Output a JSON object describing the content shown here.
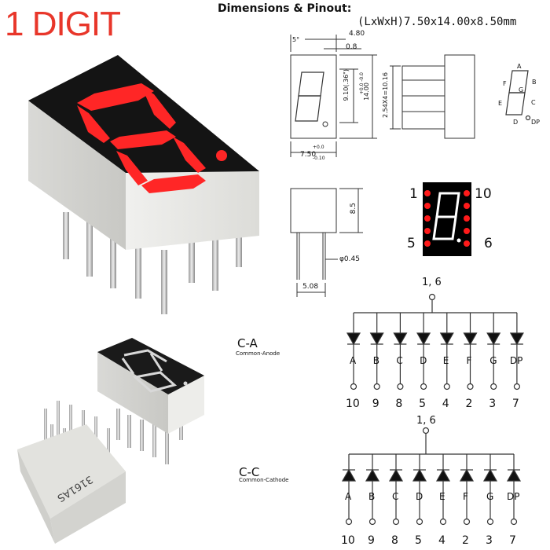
{
  "title": "1 DIGIT",
  "heading": "Dimensions & Pinout:",
  "dimensions_line": "(LxWxH)7.50x14.00x8.50mm",
  "drawing": {
    "dim_480": "4.80",
    "dim_08": "0.8",
    "dim_5deg": "5°",
    "dim_910": "9.10(.36\")",
    "dim_1400": "14.00",
    "tol_1400": "+0.0 -0.0",
    "dim_750": "7.50",
    "tol_750_up": "+0.0",
    "tol_750_dn": "-0.10",
    "dim_254": "2.54X4=10.16",
    "dim_85": "8.5",
    "dim_045": "φ0.45",
    "dim_508": "5.08"
  },
  "segment_map": {
    "labels": [
      "A",
      "B",
      "C",
      "D",
      "E",
      "F",
      "G",
      "DP"
    ]
  },
  "pinout": {
    "pin1": "1",
    "pin10": "10",
    "pin5": "5",
    "pin6": "6",
    "display_char": "8."
  },
  "ca": {
    "label": "C-A",
    "sublabel": "Common-Anode",
    "common": "1, 6",
    "segments": [
      "A",
      "B",
      "C",
      "D",
      "E",
      "F",
      "G",
      "DP"
    ],
    "pins": [
      "10",
      "9",
      "8",
      "5",
      "4",
      "2",
      "3",
      "7"
    ]
  },
  "cc": {
    "label": "C-C",
    "sublabel": "Common-Cathode",
    "common": "1, 6",
    "segments": [
      "A",
      "B",
      "C",
      "D",
      "E",
      "F",
      "G",
      "DP"
    ],
    "pins": [
      "10",
      "9",
      "8",
      "5",
      "4",
      "2",
      "3",
      "7"
    ]
  },
  "product_marking": "3161AS",
  "colors": {
    "title": "#e8362a",
    "segment_lit": "#ff2a2a",
    "led_dot": "#ff1a1a",
    "body": "#e6e6e3",
    "face": "#111111"
  }
}
